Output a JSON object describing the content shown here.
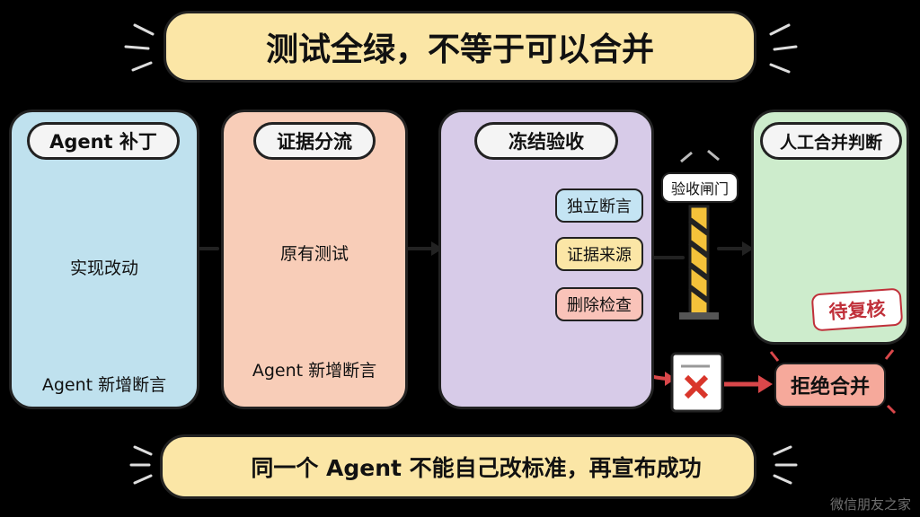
{
  "title": "测试全绿，不等于可以合并",
  "footer": "同一个 Agent 不能自己改标准，再宣布成功",
  "watermark": "微信朋友之家",
  "panels": {
    "agent_patch": {
      "title": "Agent 补丁",
      "impl_label": "实现改动",
      "assert_label": "Agent 新增断言",
      "color": "#bfe1ee"
    },
    "evidence_split": {
      "title": "证据分流",
      "original_tests": "原有测试",
      "new_assertions": "Agent 新增断言",
      "color": "#f8cdb8"
    },
    "frozen_acceptance": {
      "title": "冻结验收",
      "items": [
        "独立断言",
        "证据来源",
        "删除检查"
      ],
      "color": "#d7cbe8"
    },
    "human_judgment": {
      "title": "人工合并判断",
      "stamp": "待复核",
      "color": "#cdeccc"
    }
  },
  "gate_label": "验收闸门",
  "reject_label": "拒绝合并",
  "colors": {
    "title_bg": "#fbe6a6",
    "blue_tag": "#c4e4f3",
    "yellow_tag": "#fbe6a6",
    "red_tag": "#f9c3b9",
    "reject_bg": "#f6a99b",
    "check_green": "#3a9a3a",
    "check_blue": "#2f6fbf",
    "red_x": "#d9362b",
    "arrow_red": "#d9474a"
  }
}
